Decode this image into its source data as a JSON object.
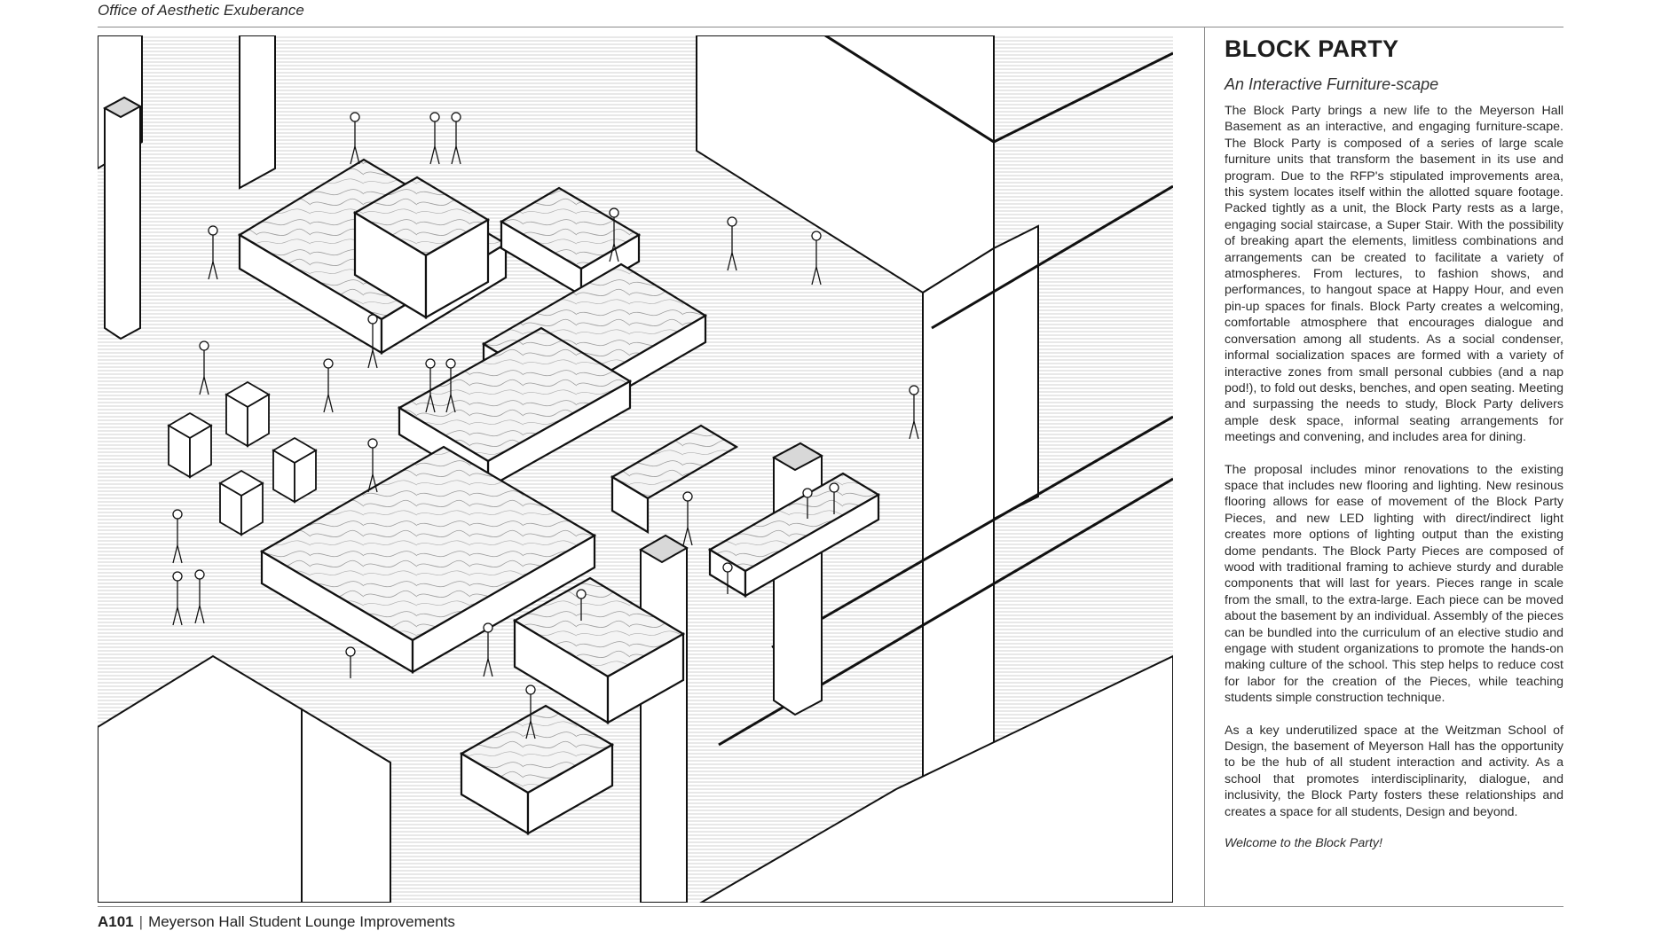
{
  "header": {
    "firm": "Office of Aesthetic Exuberance"
  },
  "panel": {
    "title": "BLOCK PARTY",
    "subtitle": "An Interactive Furniture-scape",
    "paragraphs": [
      "The Block Party brings a new life to the Meyerson Hall Basement as an interactive, and engaging furniture-scape. The Block Party is composed of a series of large scale furniture units that transform the basement in its use and program. Due to the RFP's stipulated improvements area, this system locates itself within the allotted square footage. Packed tightly as a unit, the Block Party rests as a large, engaging social staircase, a Super Stair. With the possibility of breaking apart the elements, limitless combinations and arrangements can be created to facilitate a variety of atmospheres. From lectures, to fashion shows, and performances, to hangout space at Happy Hour, and even pin-up spaces for finals. Block Party creates a welcoming, comfortable atmosphere that encourages dialogue and conversation among all students. As a social condenser, informal socialization spaces are formed with a variety of interactive zones from small personal cubbies (and a nap pod!), to fold out desks, benches, and open seating. Meeting and surpassing the needs to study, Block Party delivers ample desk space, informal seating arrangements for meetings and convening, and includes area for dining.",
      "The proposal includes minor renovations to the existing space that includes new flooring and lighting. New resinous flooring allows for ease of movement of the Block Party Pieces, and new LED lighting with direct/indirect light creates more options of lighting output than the existing dome pendants. The Block Party Pieces are composed of wood with traditional framing to achieve sturdy and durable components that will last for years. Pieces range in scale from the small, to the extra-large. Each piece can be moved about the basement by an individual. Assembly of the pieces can be bundled into the curriculum of an elective studio and engage with student organizations to promote the hands-on making culture of the school. This step helps to reduce cost for labor for the creation of the Pieces, while teaching students simple construction technique.",
      "As a key underutilized space at the Weitzman School of Design, the basement of Meyerson Hall has the opportunity to be the hub of all student interaction and activity. As a school that promotes interdisciplinarity, dialogue, and inclusivity, the Block Party fosters these relationships and creates a space for all students, Design and beyond."
    ],
    "closing": "Welcome to the Block Party!"
  },
  "footer": {
    "sheet_number": "A101",
    "separator": "|",
    "project": "Meyerson Hall Student Lounge Improvements"
  }
}
